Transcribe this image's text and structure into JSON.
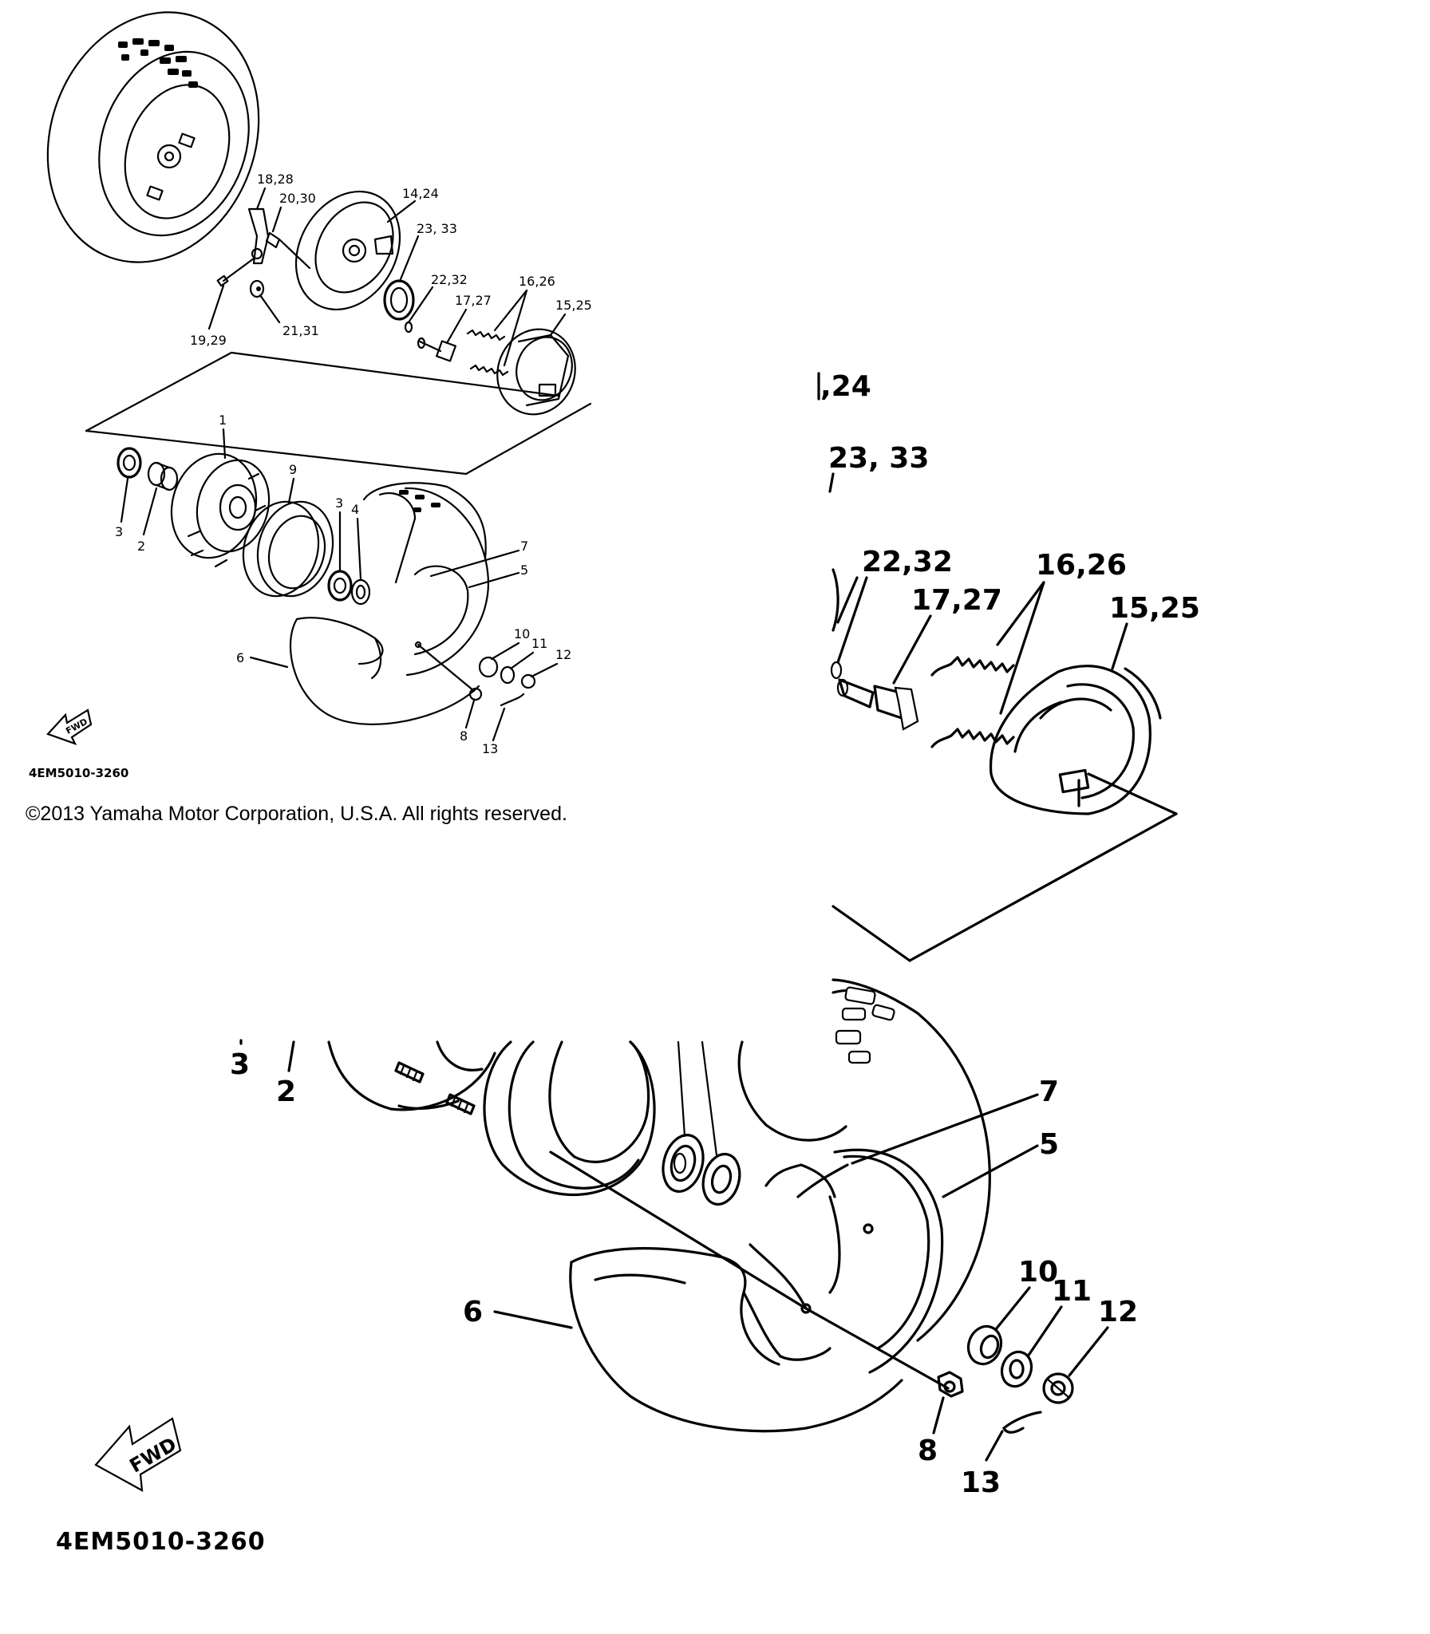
{
  "copyright": "©2013 Yamaha Motor Corporation, U.S.A. All rights reserved.",
  "diagram_code": "4EM5010-3260",
  "fwd_label": "FWD",
  "callouts_small": {
    "c1": "1",
    "c2": "2",
    "c3a": "3",
    "c3b": "3",
    "c4": "4",
    "c5": "5",
    "c6": "6",
    "c7": "7",
    "c8": "8",
    "c9": "9",
    "c10": "10",
    "c11": "11",
    "c12": "12",
    "c13": "13",
    "c1424": "14,24",
    "c1525": "15,25",
    "c1626": "16,26",
    "c1727": "17,27",
    "c1828": "18,28",
    "c1929": "19,29",
    "c2030": "20,30",
    "c2131": "21,31",
    "c2232": "22,32",
    "c2333": "23, 33"
  },
  "callouts_large": {
    "c1424": ",24",
    "c2333": "23, 33",
    "c2232": "22,32",
    "c1727": "17,27",
    "c1626": "16,26",
    "c1525": "15,25",
    "c3": "3",
    "c2": "2",
    "c7": "7",
    "c5": "5",
    "c10": "10",
    "c11": "11",
    "c12": "12",
    "c6": "6",
    "c8": "8",
    "c13": "13"
  }
}
